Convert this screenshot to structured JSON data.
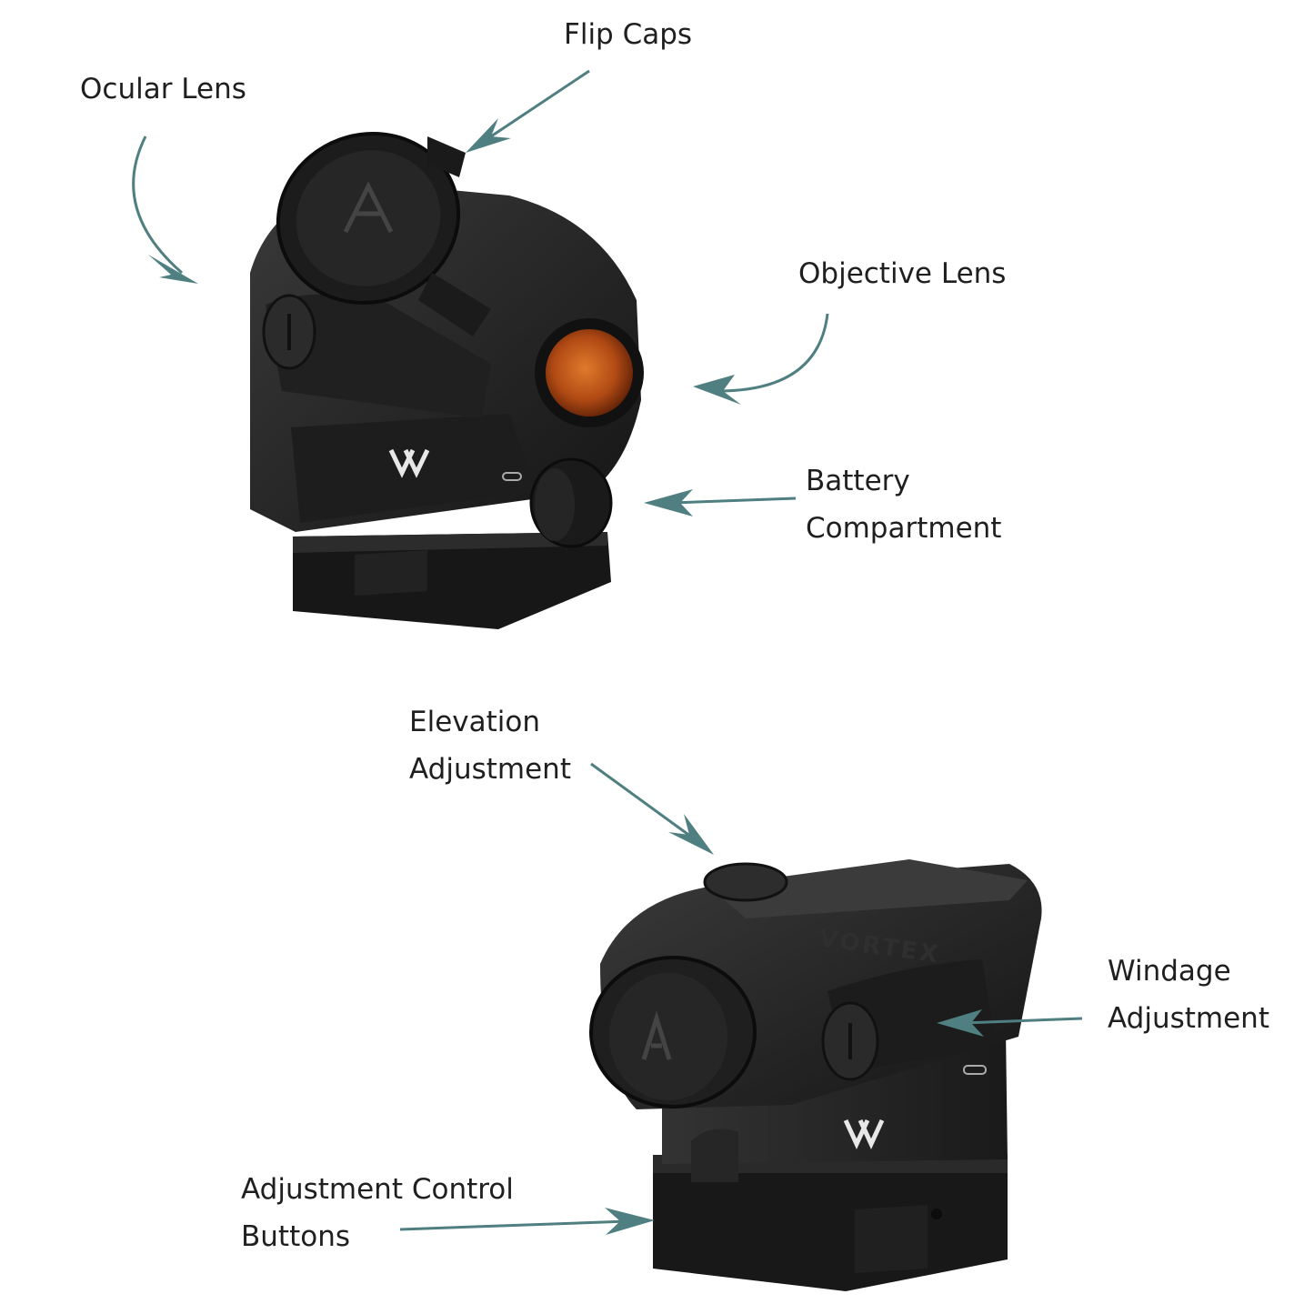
{
  "labels": {
    "ocular_lens": "Ocular Lens",
    "flip_caps": "Flip Caps",
    "objective_lens": "Objective Lens",
    "battery_line1": "Battery",
    "battery_line2": "Compartment",
    "elevation_line1": "Elevation",
    "elevation_line2": "Adjustment",
    "windage_line1": "Windage",
    "windage_line2": "Adjustment",
    "buttons_line1": "Adjustment Control",
    "buttons_line2": "Buttons"
  },
  "colors": {
    "arrow": "#4f7f80",
    "body": "#262626",
    "body_dark": "#141414",
    "lens": "#c05a1e",
    "text": "#1f1f1f"
  },
  "brand_marks": {
    "top_cap_logo": "vortex-logo",
    "top_body_logo": "vortex-logo",
    "bottom_cap_logo": "vortex-logo",
    "bottom_body_logo": "vortex-logo",
    "bottom_top_text": "VORTEX"
  }
}
